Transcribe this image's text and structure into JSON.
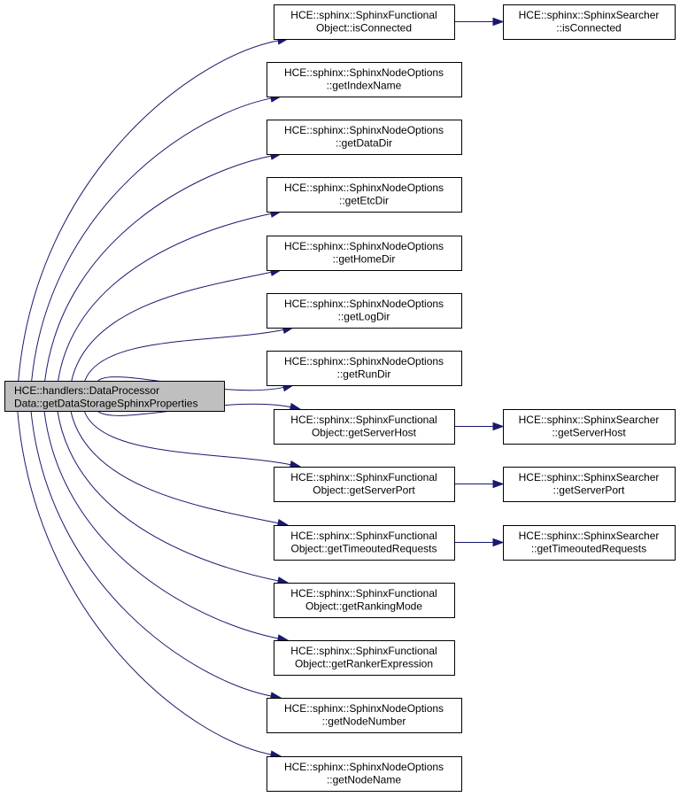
{
  "diagram": {
    "type": "call-graph",
    "colors": {
      "edge": "#191970",
      "root_fill": "#bfbfbf",
      "node_fill": "#ffffff",
      "border": "#000000"
    },
    "nodes": [
      {
        "id": "root",
        "lines": [
          "HCE::handlers::DataProcessor",
          "Data::getDataStorageSphinxProperties"
        ],
        "root": true
      },
      {
        "id": "fo_isConnected",
        "lines": [
          "HCE::sphinx::SphinxFunctional",
          "Object::isConnected"
        ]
      },
      {
        "id": "no_getIndexName",
        "lines": [
          "HCE::sphinx::SphinxNodeOptions",
          "::getIndexName"
        ]
      },
      {
        "id": "no_getDataDir",
        "lines": [
          "HCE::sphinx::SphinxNodeOptions",
          "::getDataDir"
        ]
      },
      {
        "id": "no_getEtcDir",
        "lines": [
          "HCE::sphinx::SphinxNodeOptions",
          "::getEtcDir"
        ]
      },
      {
        "id": "no_getHomeDir",
        "lines": [
          "HCE::sphinx::SphinxNodeOptions",
          "::getHomeDir"
        ]
      },
      {
        "id": "no_getLogDir",
        "lines": [
          "HCE::sphinx::SphinxNodeOptions",
          "::getLogDir"
        ]
      },
      {
        "id": "no_getRunDir",
        "lines": [
          "HCE::sphinx::SphinxNodeOptions",
          "::getRunDir"
        ]
      },
      {
        "id": "fo_getServerHost",
        "lines": [
          "HCE::sphinx::SphinxFunctional",
          "Object::getServerHost"
        ]
      },
      {
        "id": "fo_getServerPort",
        "lines": [
          "HCE::sphinx::SphinxFunctional",
          "Object::getServerPort"
        ]
      },
      {
        "id": "fo_getTimeoutedRequests",
        "lines": [
          "HCE::sphinx::SphinxFunctional",
          "Object::getTimeoutedRequests"
        ]
      },
      {
        "id": "fo_getRankingMode",
        "lines": [
          "HCE::sphinx::SphinxFunctional",
          "Object::getRankingMode"
        ]
      },
      {
        "id": "fo_getRankerExpression",
        "lines": [
          "HCE::sphinx::SphinxFunctional",
          "Object::getRankerExpression"
        ]
      },
      {
        "id": "no_getNodeNumber",
        "lines": [
          "HCE::sphinx::SphinxNodeOptions",
          "::getNodeNumber"
        ]
      },
      {
        "id": "no_getNodeName",
        "lines": [
          "HCE::sphinx::SphinxNodeOptions",
          "::getNodeName"
        ]
      },
      {
        "id": "s_isConnected",
        "lines": [
          "HCE::sphinx::SphinxSearcher",
          "::isConnected"
        ]
      },
      {
        "id": "s_getServerHost",
        "lines": [
          "HCE::sphinx::SphinxSearcher",
          "::getServerHost"
        ]
      },
      {
        "id": "s_getServerPort",
        "lines": [
          "HCE::sphinx::SphinxSearcher",
          "::getServerPort"
        ]
      },
      {
        "id": "s_getTimeoutedRequests",
        "lines": [
          "HCE::sphinx::SphinxSearcher",
          "::getTimeoutedRequests"
        ]
      }
    ],
    "edges": [
      [
        "root",
        "fo_isConnected"
      ],
      [
        "root",
        "no_getIndexName"
      ],
      [
        "root",
        "no_getDataDir"
      ],
      [
        "root",
        "no_getEtcDir"
      ],
      [
        "root",
        "no_getHomeDir"
      ],
      [
        "root",
        "no_getLogDir"
      ],
      [
        "root",
        "no_getRunDir"
      ],
      [
        "root",
        "fo_getServerHost"
      ],
      [
        "root",
        "fo_getServerPort"
      ],
      [
        "root",
        "fo_getTimeoutedRequests"
      ],
      [
        "root",
        "fo_getRankingMode"
      ],
      [
        "root",
        "fo_getRankerExpression"
      ],
      [
        "root",
        "no_getNodeNumber"
      ],
      [
        "root",
        "no_getNodeName"
      ],
      [
        "fo_isConnected",
        "s_isConnected"
      ],
      [
        "fo_getServerHost",
        "s_getServerHost"
      ],
      [
        "fo_getServerPort",
        "s_getServerPort"
      ],
      [
        "fo_getTimeoutedRequests",
        "s_getTimeoutedRequests"
      ]
    ]
  }
}
